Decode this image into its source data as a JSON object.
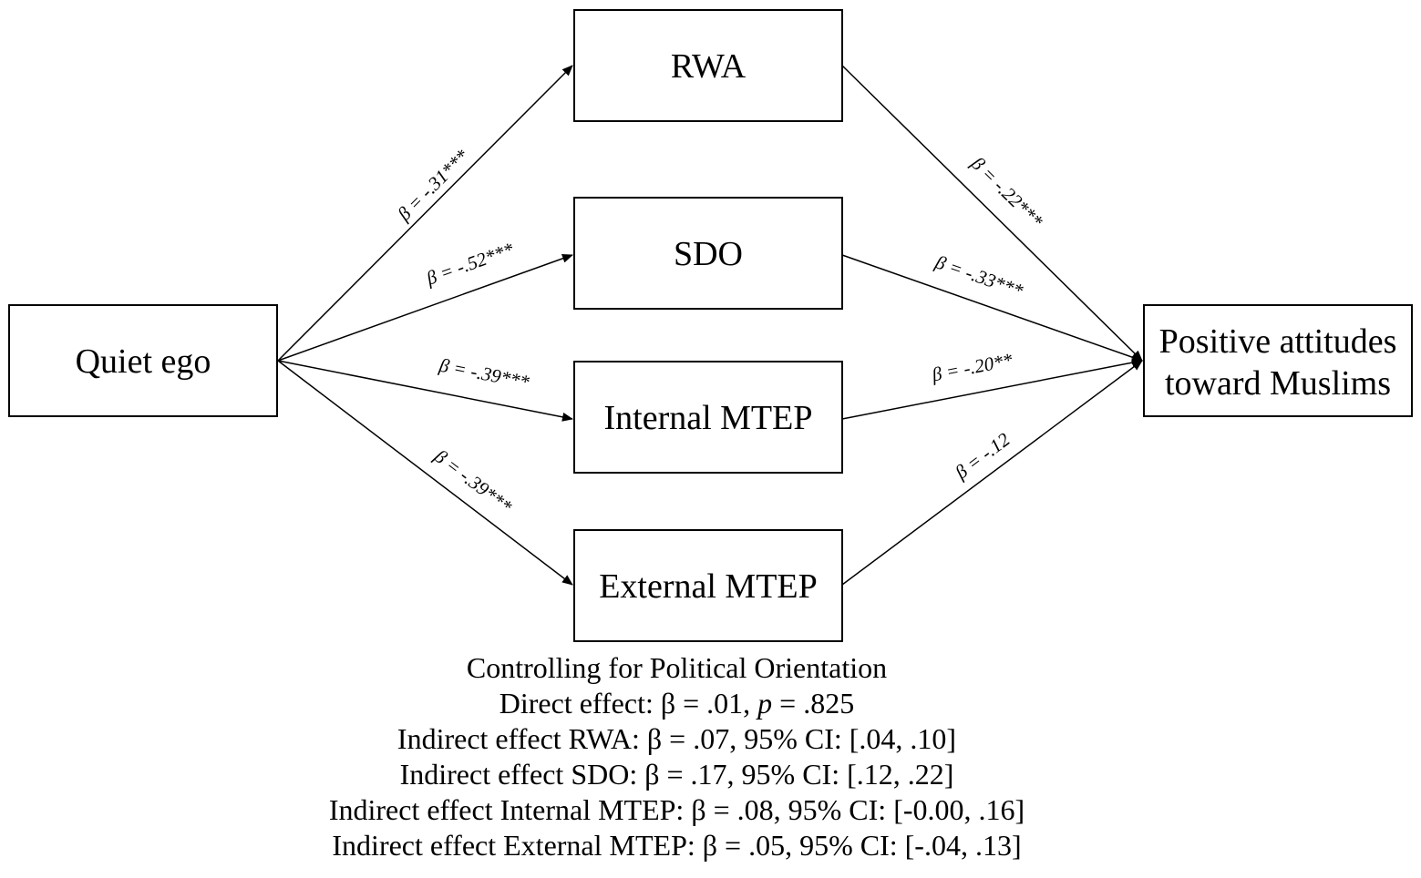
{
  "diagram": {
    "nodes": {
      "predictor": "Quiet ego",
      "rwa": "RWA",
      "sdo": "SDO",
      "internal": "Internal MTEP",
      "external": "External MTEP",
      "outcome_line1": "Positive attitudes",
      "outcome_line2": "toward Muslims"
    },
    "paths": {
      "predictor_rwa": "β = -.31***",
      "predictor_sdo": "β = -.52***",
      "predictor_internal": "β = -.39***",
      "predictor_external": "β = -.39***",
      "rwa_outcome": "β = -.22***",
      "sdo_outcome": "β = -.33***",
      "internal_outcome": "β = -.20**",
      "external_outcome": "β = -.12"
    }
  },
  "notes": {
    "control": "Controlling for Political Orientation",
    "direct_prefix": "Direct effect: β = .01, ",
    "direct_p": "p",
    "direct_suffix": " = .825",
    "indirect_rwa": "Indirect effect RWA: β = .07, 95% CI: [.04, .10]",
    "indirect_sdo": "Indirect effect SDO: β = .17, 95% CI: [.12, .22]",
    "indirect_internal": "Indirect effect Internal MTEP: β = .08, 95% CI: [-0.00, .16]",
    "indirect_external": "Indirect effect External MTEP: β = .05, 95% CI: [-.04, .13]"
  }
}
